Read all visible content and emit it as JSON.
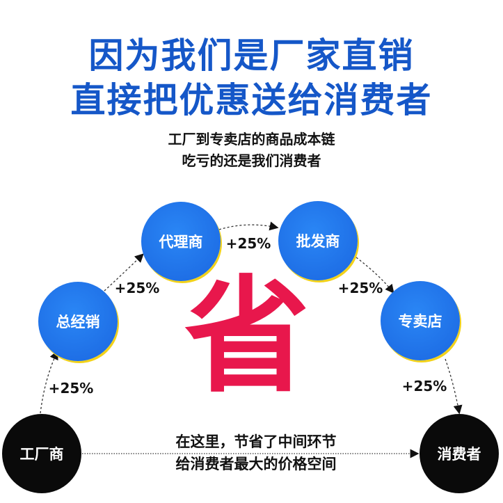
{
  "headline": {
    "line1": "因为我们是厂家直销",
    "line2": "直接把优惠送给消费者"
  },
  "subtitle": {
    "line1": "工厂到专卖店的商品成本链",
    "line2": "吃亏的还是我们消费者"
  },
  "nodes": {
    "factory": "工厂商",
    "general_distributor": "总经销",
    "agent": "代理商",
    "wholesaler": "批发商",
    "store": "专卖店",
    "consumer": "消费者"
  },
  "markups": [
    "+25%",
    "+25%",
    "+25%",
    "+25%",
    "+25%"
  ],
  "center_char": "省",
  "bottom_text": {
    "line1": "在这里，节省了中间环节",
    "line2": "给消费者最大的价格空间"
  },
  "colors": {
    "title": "#1557c8",
    "node_blue": "#1a66e0",
    "node_black": "#0a0a0a",
    "accent_red": "#e8174c"
  }
}
